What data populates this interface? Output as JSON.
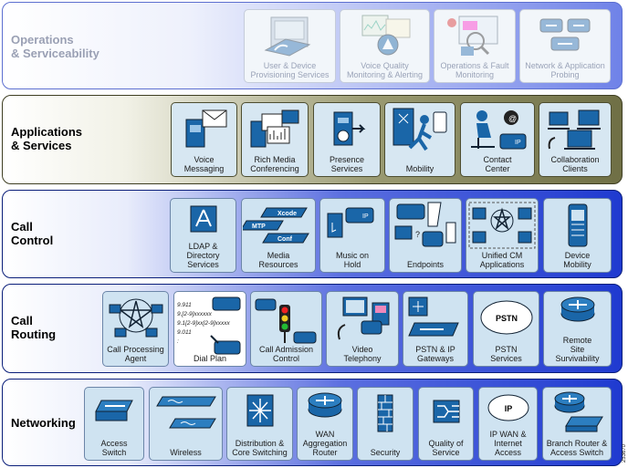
{
  "layers": {
    "operations": {
      "title": "Operations\n& Serviceability",
      "items": [
        "User & Device\nProvisioning Services",
        "Voice Quality\nMonitoring &  Alerting",
        "Operations & Fault\nMonitoring",
        "Network & Application\nProbing"
      ]
    },
    "applications": {
      "title": "Applications\n& Services",
      "items": [
        "Voice\nMessaging",
        "Rich Media\nConferencing",
        "Presence\nServices",
        "Mobility",
        "Contact\nCenter",
        "Collaboration\nClients"
      ]
    },
    "call_control": {
      "title": "Call\nControl",
      "items": [
        "LDAP &\nDirectory\nServices",
        "Media\nResources",
        "Music on\nHold",
        "Endpoints",
        "Unified CM\nApplications",
        "Device\nMobility"
      ],
      "media_tags": [
        "Xcode",
        "MTP",
        "Conf"
      ]
    },
    "call_routing": {
      "title": "Call\nRouting",
      "items": [
        "Call Processing\nAgent",
        "Dial Plan",
        "Call  Admission\nControl",
        "Video\nTelephony",
        "PSTN & IP\nGateways",
        "PSTN\nServices",
        "Remote\nSite\nSurvivability"
      ],
      "dial_plan_lines": [
        "9.911",
        "9.[2-9]xxxxxx",
        "9.1[2-9]xx[2-9]xxxxx",
        "9.011",
        ":"
      ],
      "pstn_badge": "PSTN"
    },
    "networking": {
      "title": "Networking",
      "items": [
        "Access\nSwitch",
        "Wireless",
        "Distribution &\nCore Switching",
        "WAN\nAggregation\nRouter",
        "Security",
        "Quality of\nService",
        "IP WAN &\nInternet\nAccess",
        "Branch Router &\nAccess Switch"
      ],
      "ip_badge": "IP"
    }
  },
  "figure_id": "253670",
  "colors": {
    "layer_blue_dark": "#1f3ad0",
    "layer_olive_dark": "#6f6f45",
    "card_fill": "#cfe3f1",
    "icon_blue": "#1a66a8"
  }
}
